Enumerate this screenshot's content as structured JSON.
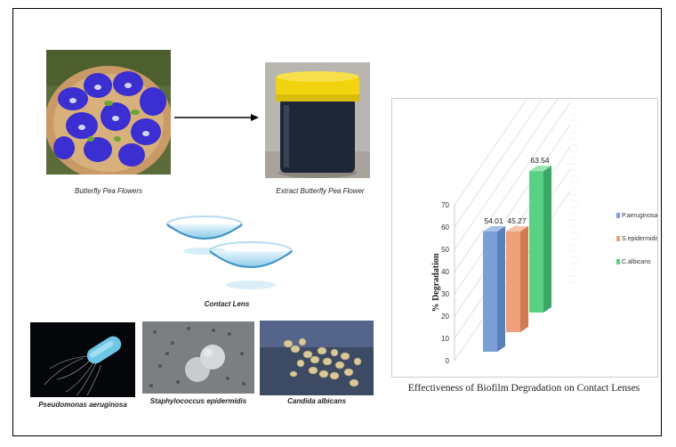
{
  "top_images": {
    "flowers_caption": "Butterfly Pea Flowers",
    "extract_caption": "Extract Butterfly Pea Flower"
  },
  "lens": {
    "caption": "Contact Lens"
  },
  "microbes": [
    {
      "caption": "Pseudomonas aeruginosa"
    },
    {
      "caption": "Staphylococcus epidermidis"
    },
    {
      "caption": "Candida albicans"
    }
  ],
  "colors": {
    "flower_blue": "#3b2fd1",
    "lid_yellow": "#f2d40e",
    "bar_blue": "#7b9fd6",
    "bar_orange": "#eea07a",
    "bar_green": "#58d184"
  },
  "chart_data": {
    "type": "bar",
    "title": "Effectiveness of Biofilm Degradation on Contact Lenses",
    "ylabel": "% Degradation",
    "xlabel": "",
    "ylim": [
      0,
      70
    ],
    "yticks": [
      0,
      10,
      20,
      30,
      40,
      50,
      60,
      70
    ],
    "categories": [
      "P.aeruginosa",
      "S.epidermidis",
      "C.albicans"
    ],
    "values": [
      54.01,
      45.27,
      63.54
    ],
    "value_labels": [
      "54.01",
      "45.27",
      "63.54"
    ],
    "legend": [
      "P.aeruginosa",
      "S.epidermidis",
      "C.albicans"
    ],
    "legend_position": "right",
    "grid": true,
    "style": "3d"
  }
}
